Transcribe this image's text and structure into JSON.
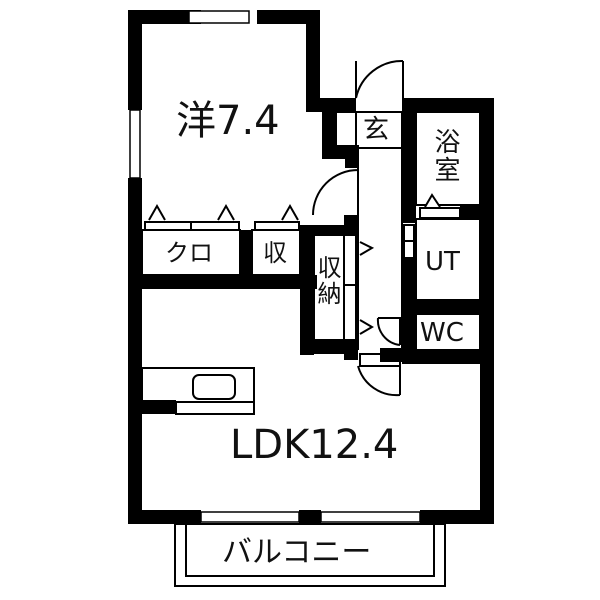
{
  "floorplan": {
    "colors": {
      "wall": "#000000",
      "background": "#ffffff",
      "line": "#111111"
    },
    "rooms": {
      "western_room": {
        "label": "洋7.4",
        "type": "洋室",
        "size_jo": 7.4
      },
      "ldk": {
        "label": "LDK12.4",
        "type": "LDK",
        "size_jo": 12.4
      },
      "entrance": {
        "label": "玄"
      },
      "bath": {
        "label": "浴室"
      },
      "utility": {
        "label": "UT"
      },
      "toilet": {
        "label": "WC"
      },
      "closet": {
        "label": "クロ"
      },
      "storage_small": {
        "label": "収"
      },
      "storage_hall": {
        "label": "収納"
      },
      "balcony": {
        "label": "バルコニー"
      }
    }
  }
}
